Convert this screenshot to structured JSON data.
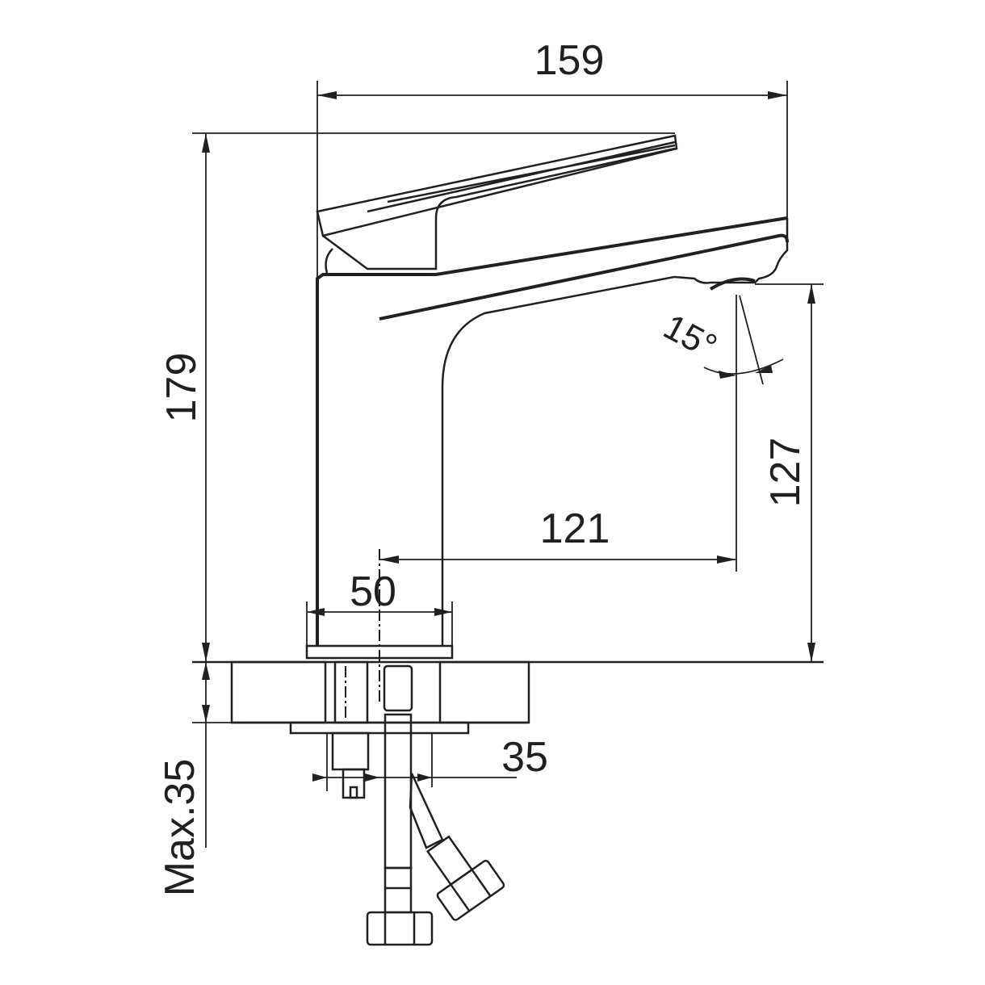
{
  "dimensions": {
    "overall_width": "159",
    "overall_height": "179",
    "spout_height": "127",
    "spout_reach": "121",
    "base_diameter": "50",
    "spout_angle": "15°",
    "max_counter_thickness": "Max.35",
    "stud_spacing": "35"
  },
  "colors": {
    "line": "#231f20",
    "background": "#ffffff"
  }
}
